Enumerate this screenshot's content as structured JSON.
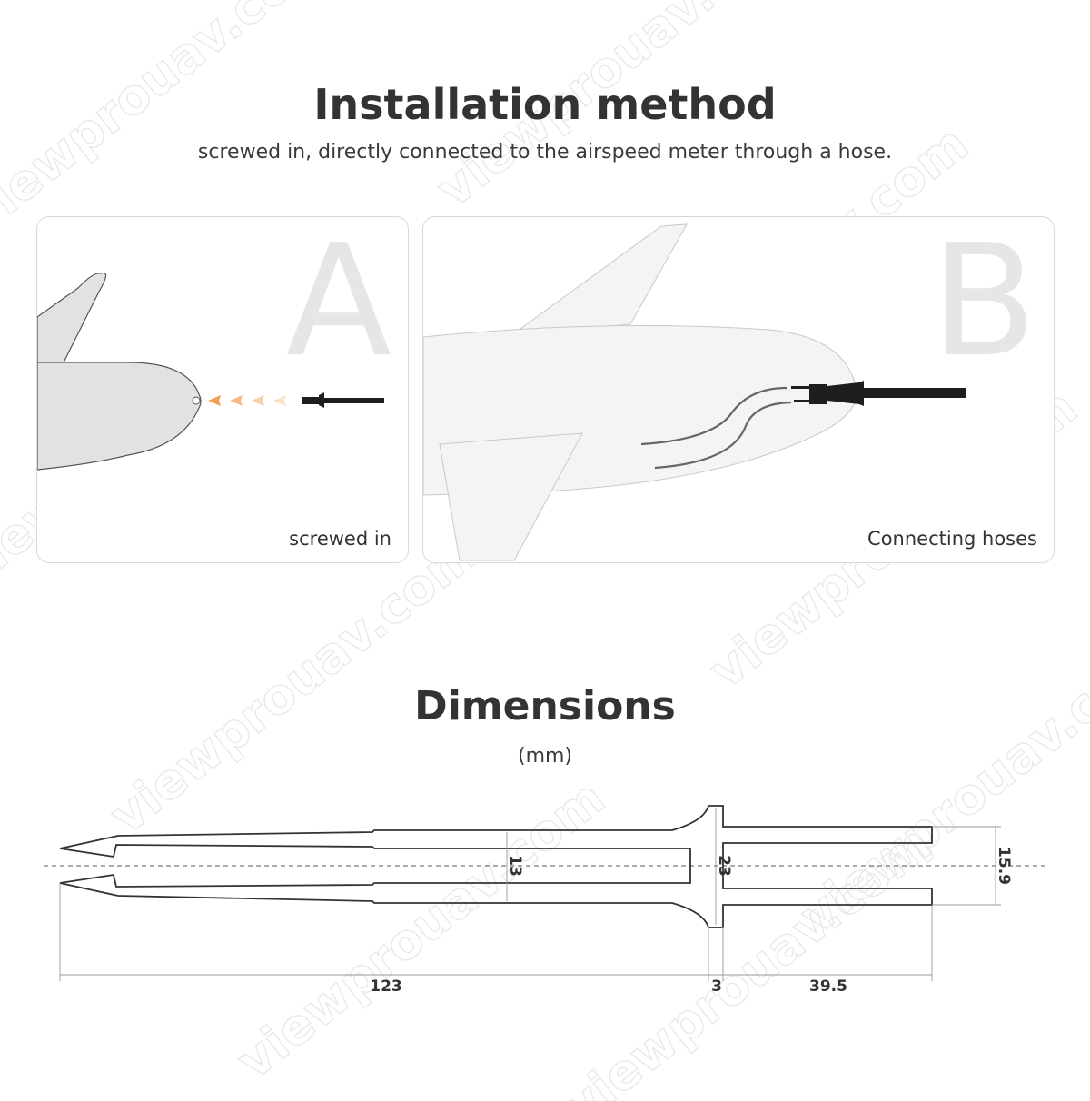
{
  "header": {
    "title": "Installation method",
    "subtitle": "screwed in, directly connected to the airspeed meter through a hose."
  },
  "panels": [
    {
      "letter": "A",
      "caption": "screwed in"
    },
    {
      "letter": "B",
      "caption": "Connecting hoses"
    }
  ],
  "dimensions": {
    "title": "Dimensions",
    "unit": "(mm)",
    "values": {
      "length_main": "123",
      "collar_width": "3",
      "rear_length": "39.5",
      "inner_diameter": "13",
      "collar_diameter": "23",
      "rear_diameter": "15.9"
    }
  },
  "watermark": "viewprouav.com",
  "colors": {
    "title": "#333333",
    "panel_border": "#d9d9d9",
    "fuselage_fill": "#e2e2e4",
    "arrow_accent": "#f0a050",
    "probe": "#1e1e1e"
  }
}
